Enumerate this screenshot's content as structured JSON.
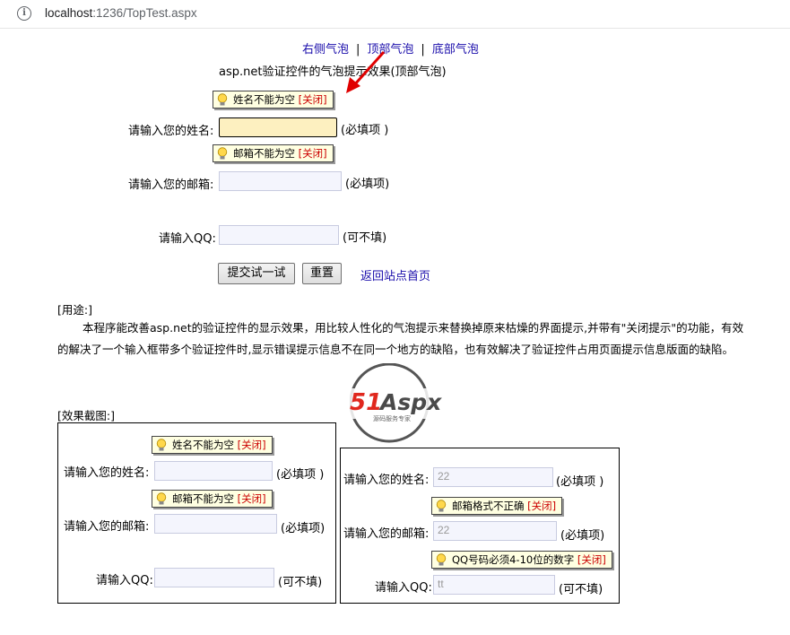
{
  "browser": {
    "url_host": "localhost",
    "url_path": ":1236/TopTest.aspx"
  },
  "nav": {
    "right": "右侧气泡",
    "top": "顶部气泡",
    "bottom": "底部气泡",
    "separator": "|"
  },
  "page_title": "asp.net验证控件的气泡提示效果(顶部气泡)",
  "form": {
    "name_bubble": "姓名不能为空",
    "email_bubble": "邮箱不能为空",
    "close_label": "[关闭]",
    "name_label": "请输入您的姓名:",
    "email_label": "请输入您的邮箱:",
    "qq_label": "请输入QQ:",
    "name_note": "(必填项 )",
    "email_note": "(必填项)",
    "qq_note": "(可不填)",
    "name_value": "",
    "email_value": "",
    "qq_value": "",
    "submit_label": "提交试一试",
    "reset_label": "重置",
    "home_link": "返回站点首页"
  },
  "usage": {
    "heading": "[用途:]",
    "text": "本程序能改善asp.net的验证控件的显示效果，用比较人性化的气泡提示来替换掉原来枯燥的界面提示,并带有\"关闭提示\"的功能，有效的解决了一个输入框带多个验证控件时,显示错误提示信息不在同一个地方的缺陷，也有效解决了验证控件占用页面提示信息版面的缺陷。"
  },
  "screenshots": {
    "heading": "[效果截图:]",
    "left": {
      "name_bubble": "姓名不能为空",
      "email_bubble": "邮箱不能为空",
      "close_label": "[关闭]",
      "name_label": "请输入您的姓名:",
      "email_label": "请输入您的邮箱:",
      "qq_label": "请输入QQ:",
      "name_note": "(必填项 )",
      "email_note": "(必填项)",
      "qq_note": "(可不填)"
    },
    "right": {
      "email_bubble": "邮箱格式不正确",
      "qq_bubble": "QQ号码必须4-10位的数字",
      "close_label": "[关闭]",
      "name_label": "请输入您的姓名:",
      "email_label": "请输入您的邮箱:",
      "qq_label": "请输入QQ:",
      "name_value": "22",
      "email_value": "22",
      "qq_value": "tt",
      "name_note": "(必填项 )",
      "email_note": "(必填项)",
      "qq_note": "(可不填)"
    }
  },
  "watermark": {
    "brand": "51Aspx",
    "tagline": "源码服务专家"
  },
  "colors": {
    "link": "#1a0dab",
    "bubble_bg": "#ffffe1",
    "close": "#cc0000",
    "arrow": "#e00000",
    "error_field_bg": "#fdf0c0"
  }
}
